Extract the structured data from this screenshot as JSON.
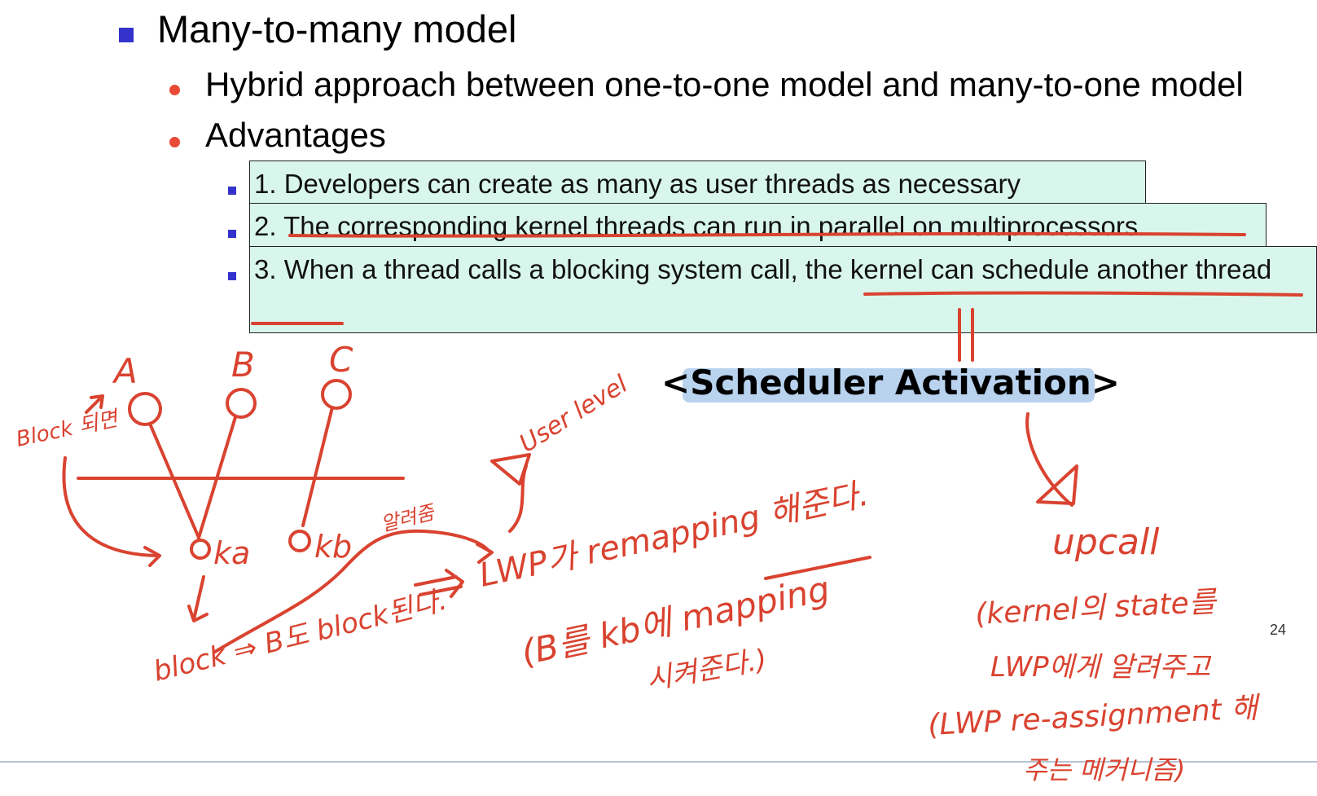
{
  "slide": {
    "title": "Many-to-many model",
    "points": [
      "Hybrid approach between one-to-one model and many-to-one model",
      "Advantages"
    ],
    "advantages": [
      "1. Developers can create as many as user threads as necessary",
      "2. The corresponding kernel threads can run in parallel on multiprocessors",
      "3. When a thread calls a blocking system call, the kernel can schedule another thread"
    ],
    "scheduler_label": "<Scheduler Activation>",
    "page_number": "24"
  },
  "annotations": {
    "thread_a": "A",
    "thread_b": "B",
    "thread_c": "C",
    "kernel_a": "ka",
    "kernel_b": "kb",
    "block_note": "Block 되면",
    "user_level": "User level",
    "notify": "알려줌",
    "lwp_remap": "LWP가  remapping 해준다.",
    "block_chain": "block ⇒ B도 block된다.",
    "b_to_kb_1": "(B를  kb에  mapping",
    "b_to_kb_2": "시켜준다.)",
    "upcall": "upcall",
    "upcall_note_1": "(kernel의 state를",
    "upcall_note_2": "LWP에게 알려주고",
    "upcall_note_3": "(LWP re-assignment 해",
    "upcall_note_4": "주는 메커니즘)"
  },
  "colors": {
    "bullet": "#3333cc",
    "accent": "#e84a36",
    "box_fill": "#d8f6ec",
    "ink": "#d94330",
    "highlight": "#b9d3ef"
  }
}
